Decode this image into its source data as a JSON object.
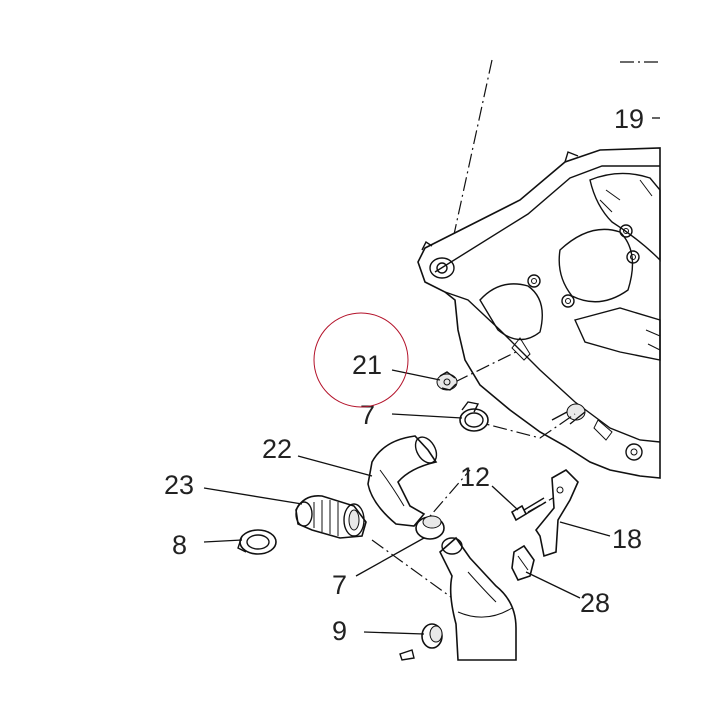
{
  "callouts": {
    "c19": "19",
    "c21": "21",
    "c7a": "7",
    "c22": "22",
    "c23": "23",
    "c8": "8",
    "c12": "12",
    "c18": "18",
    "c7b": "7",
    "c28": "28",
    "c9": "9"
  },
  "highlight": {
    "target": "21",
    "color": "#b3122a"
  }
}
